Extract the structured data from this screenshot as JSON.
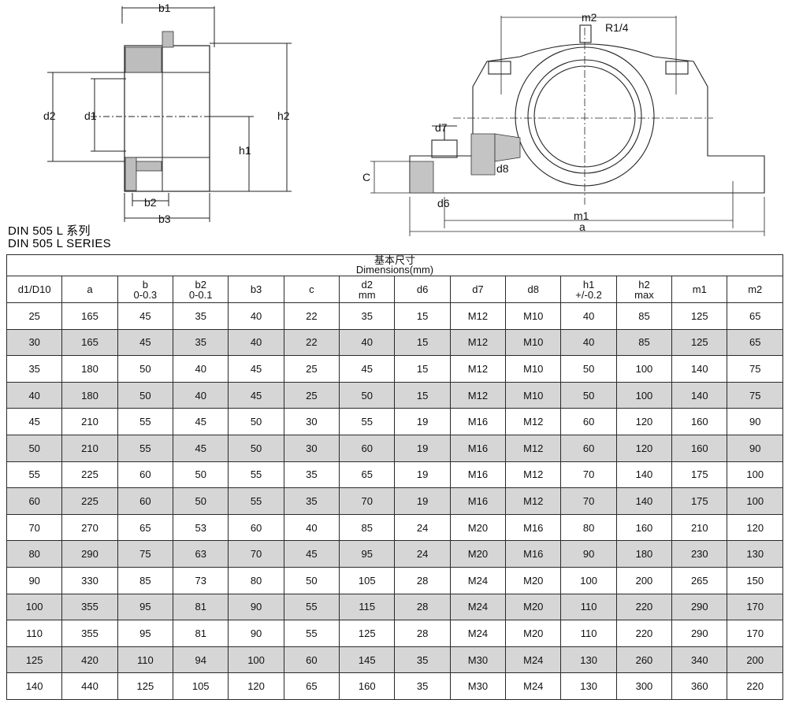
{
  "drawing_labels": {
    "left": [
      "b1",
      "d2",
      "d1",
      "h2",
      "h1",
      "b2",
      "b3"
    ],
    "right": [
      "m2",
      "R1/4",
      "d7",
      "C",
      "d8",
      "d6",
      "m1",
      "a"
    ]
  },
  "series_cn": "DIN 505 L  系列",
  "series_en": "DIN 505 L  SERIES",
  "table": {
    "title_cn": "基本尺寸",
    "title_en": "Dimensions(mm)",
    "headers": [
      {
        "l1": "d1/D10",
        "l2": ""
      },
      {
        "l1": "a",
        "l2": ""
      },
      {
        "l1": "b",
        "l2": "0-0.3"
      },
      {
        "l1": "b2",
        "l2": "0-0.1"
      },
      {
        "l1": "b3",
        "l2": ""
      },
      {
        "l1": "c",
        "l2": ""
      },
      {
        "l1": "d2",
        "l2": "mm"
      },
      {
        "l1": "d6",
        "l2": ""
      },
      {
        "l1": "d7",
        "l2": ""
      },
      {
        "l1": "d8",
        "l2": ""
      },
      {
        "l1": "h1",
        "l2": "+/-0.2"
      },
      {
        "l1": "h2",
        "l2": "max"
      },
      {
        "l1": "m1",
        "l2": ""
      },
      {
        "l1": "m2",
        "l2": ""
      }
    ],
    "rows": [
      [
        "25",
        "165",
        "45",
        "35",
        "40",
        "22",
        "35",
        "15",
        "M12",
        "M10",
        "40",
        "85",
        "125",
        "65"
      ],
      [
        "30",
        "165",
        "45",
        "35",
        "40",
        "22",
        "40",
        "15",
        "M12",
        "M10",
        "40",
        "85",
        "125",
        "65"
      ],
      [
        "35",
        "180",
        "50",
        "40",
        "45",
        "25",
        "45",
        "15",
        "M12",
        "M10",
        "50",
        "100",
        "140",
        "75"
      ],
      [
        "40",
        "180",
        "50",
        "40",
        "45",
        "25",
        "50",
        "15",
        "M12",
        "M10",
        "50",
        "100",
        "140",
        "75"
      ],
      [
        "45",
        "210",
        "55",
        "45",
        "50",
        "30",
        "55",
        "19",
        "M16",
        "M12",
        "60",
        "120",
        "160",
        "90"
      ],
      [
        "50",
        "210",
        "55",
        "45",
        "50",
        "30",
        "60",
        "19",
        "M16",
        "M12",
        "60",
        "120",
        "160",
        "90"
      ],
      [
        "55",
        "225",
        "60",
        "50",
        "55",
        "35",
        "65",
        "19",
        "M16",
        "M12",
        "70",
        "140",
        "175",
        "100"
      ],
      [
        "60",
        "225",
        "60",
        "50",
        "55",
        "35",
        "70",
        "19",
        "M16",
        "M12",
        "70",
        "140",
        "175",
        "100"
      ],
      [
        "70",
        "270",
        "65",
        "53",
        "60",
        "40",
        "85",
        "24",
        "M20",
        "M16",
        "80",
        "160",
        "210",
        "120"
      ],
      [
        "80",
        "290",
        "75",
        "63",
        "70",
        "45",
        "95",
        "24",
        "M20",
        "M16",
        "90",
        "180",
        "230",
        "130"
      ],
      [
        "90",
        "330",
        "85",
        "73",
        "80",
        "50",
        "105",
        "28",
        "M24",
        "M20",
        "100",
        "200",
        "265",
        "150"
      ],
      [
        "100",
        "355",
        "95",
        "81",
        "90",
        "55",
        "115",
        "28",
        "M24",
        "M20",
        "110",
        "220",
        "290",
        "170"
      ],
      [
        "110",
        "355",
        "95",
        "81",
        "90",
        "55",
        "125",
        "28",
        "M24",
        "M20",
        "110",
        "220",
        "290",
        "170"
      ],
      [
        "125",
        "420",
        "110",
        "94",
        "100",
        "60",
        "145",
        "35",
        "M30",
        "M24",
        "130",
        "260",
        "340",
        "200"
      ],
      [
        "140",
        "440",
        "125",
        "105",
        "120",
        "65",
        "160",
        "35",
        "M30",
        "M24",
        "130",
        "300",
        "360",
        "220"
      ]
    ]
  }
}
